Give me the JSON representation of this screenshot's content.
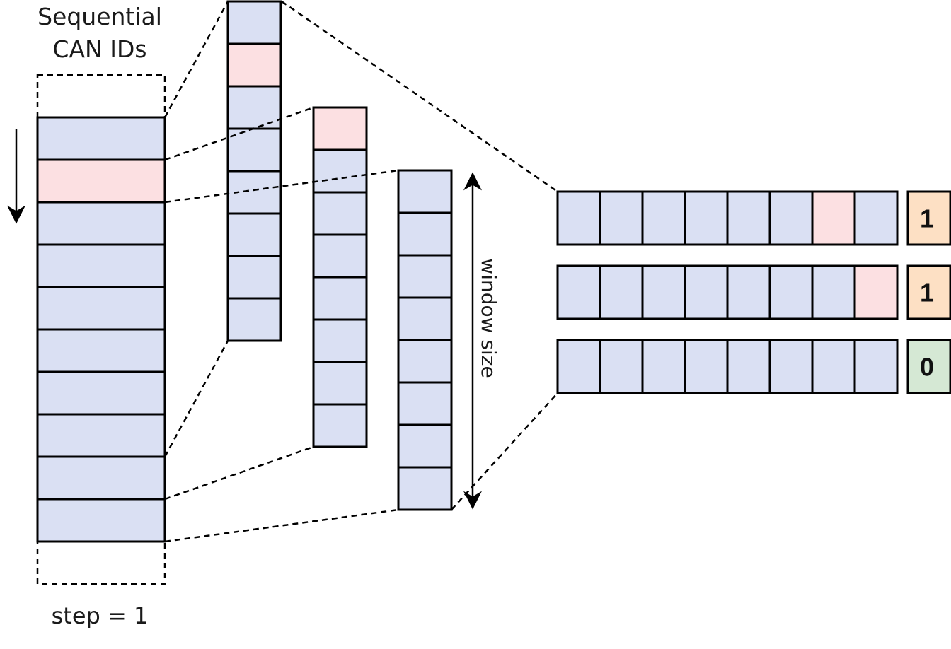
{
  "title": {
    "line1": "Sequential",
    "line2": "CAN IDs"
  },
  "step_label": "step = 1",
  "window_label": "window size",
  "colors": {
    "normal": "#dae0f3",
    "anomaly": "#fce0e2",
    "label_positive": "#fde0c4",
    "label_negative": "#d5e8d4"
  },
  "sequence": {
    "cell_count": 10,
    "anomaly_index": 1
  },
  "windows": [
    {
      "cell_count": 8,
      "anomaly_index": 1
    },
    {
      "cell_count": 8,
      "anomaly_index": 0
    },
    {
      "cell_count": 8,
      "anomaly_index": null
    }
  ],
  "outputs": [
    {
      "anomaly_index": 6,
      "label": "1",
      "label_kind": "positive"
    },
    {
      "anomaly_index": 7,
      "label": "1",
      "label_kind": "positive"
    },
    {
      "anomaly_index": null,
      "label": "0",
      "label_kind": "negative"
    }
  ]
}
